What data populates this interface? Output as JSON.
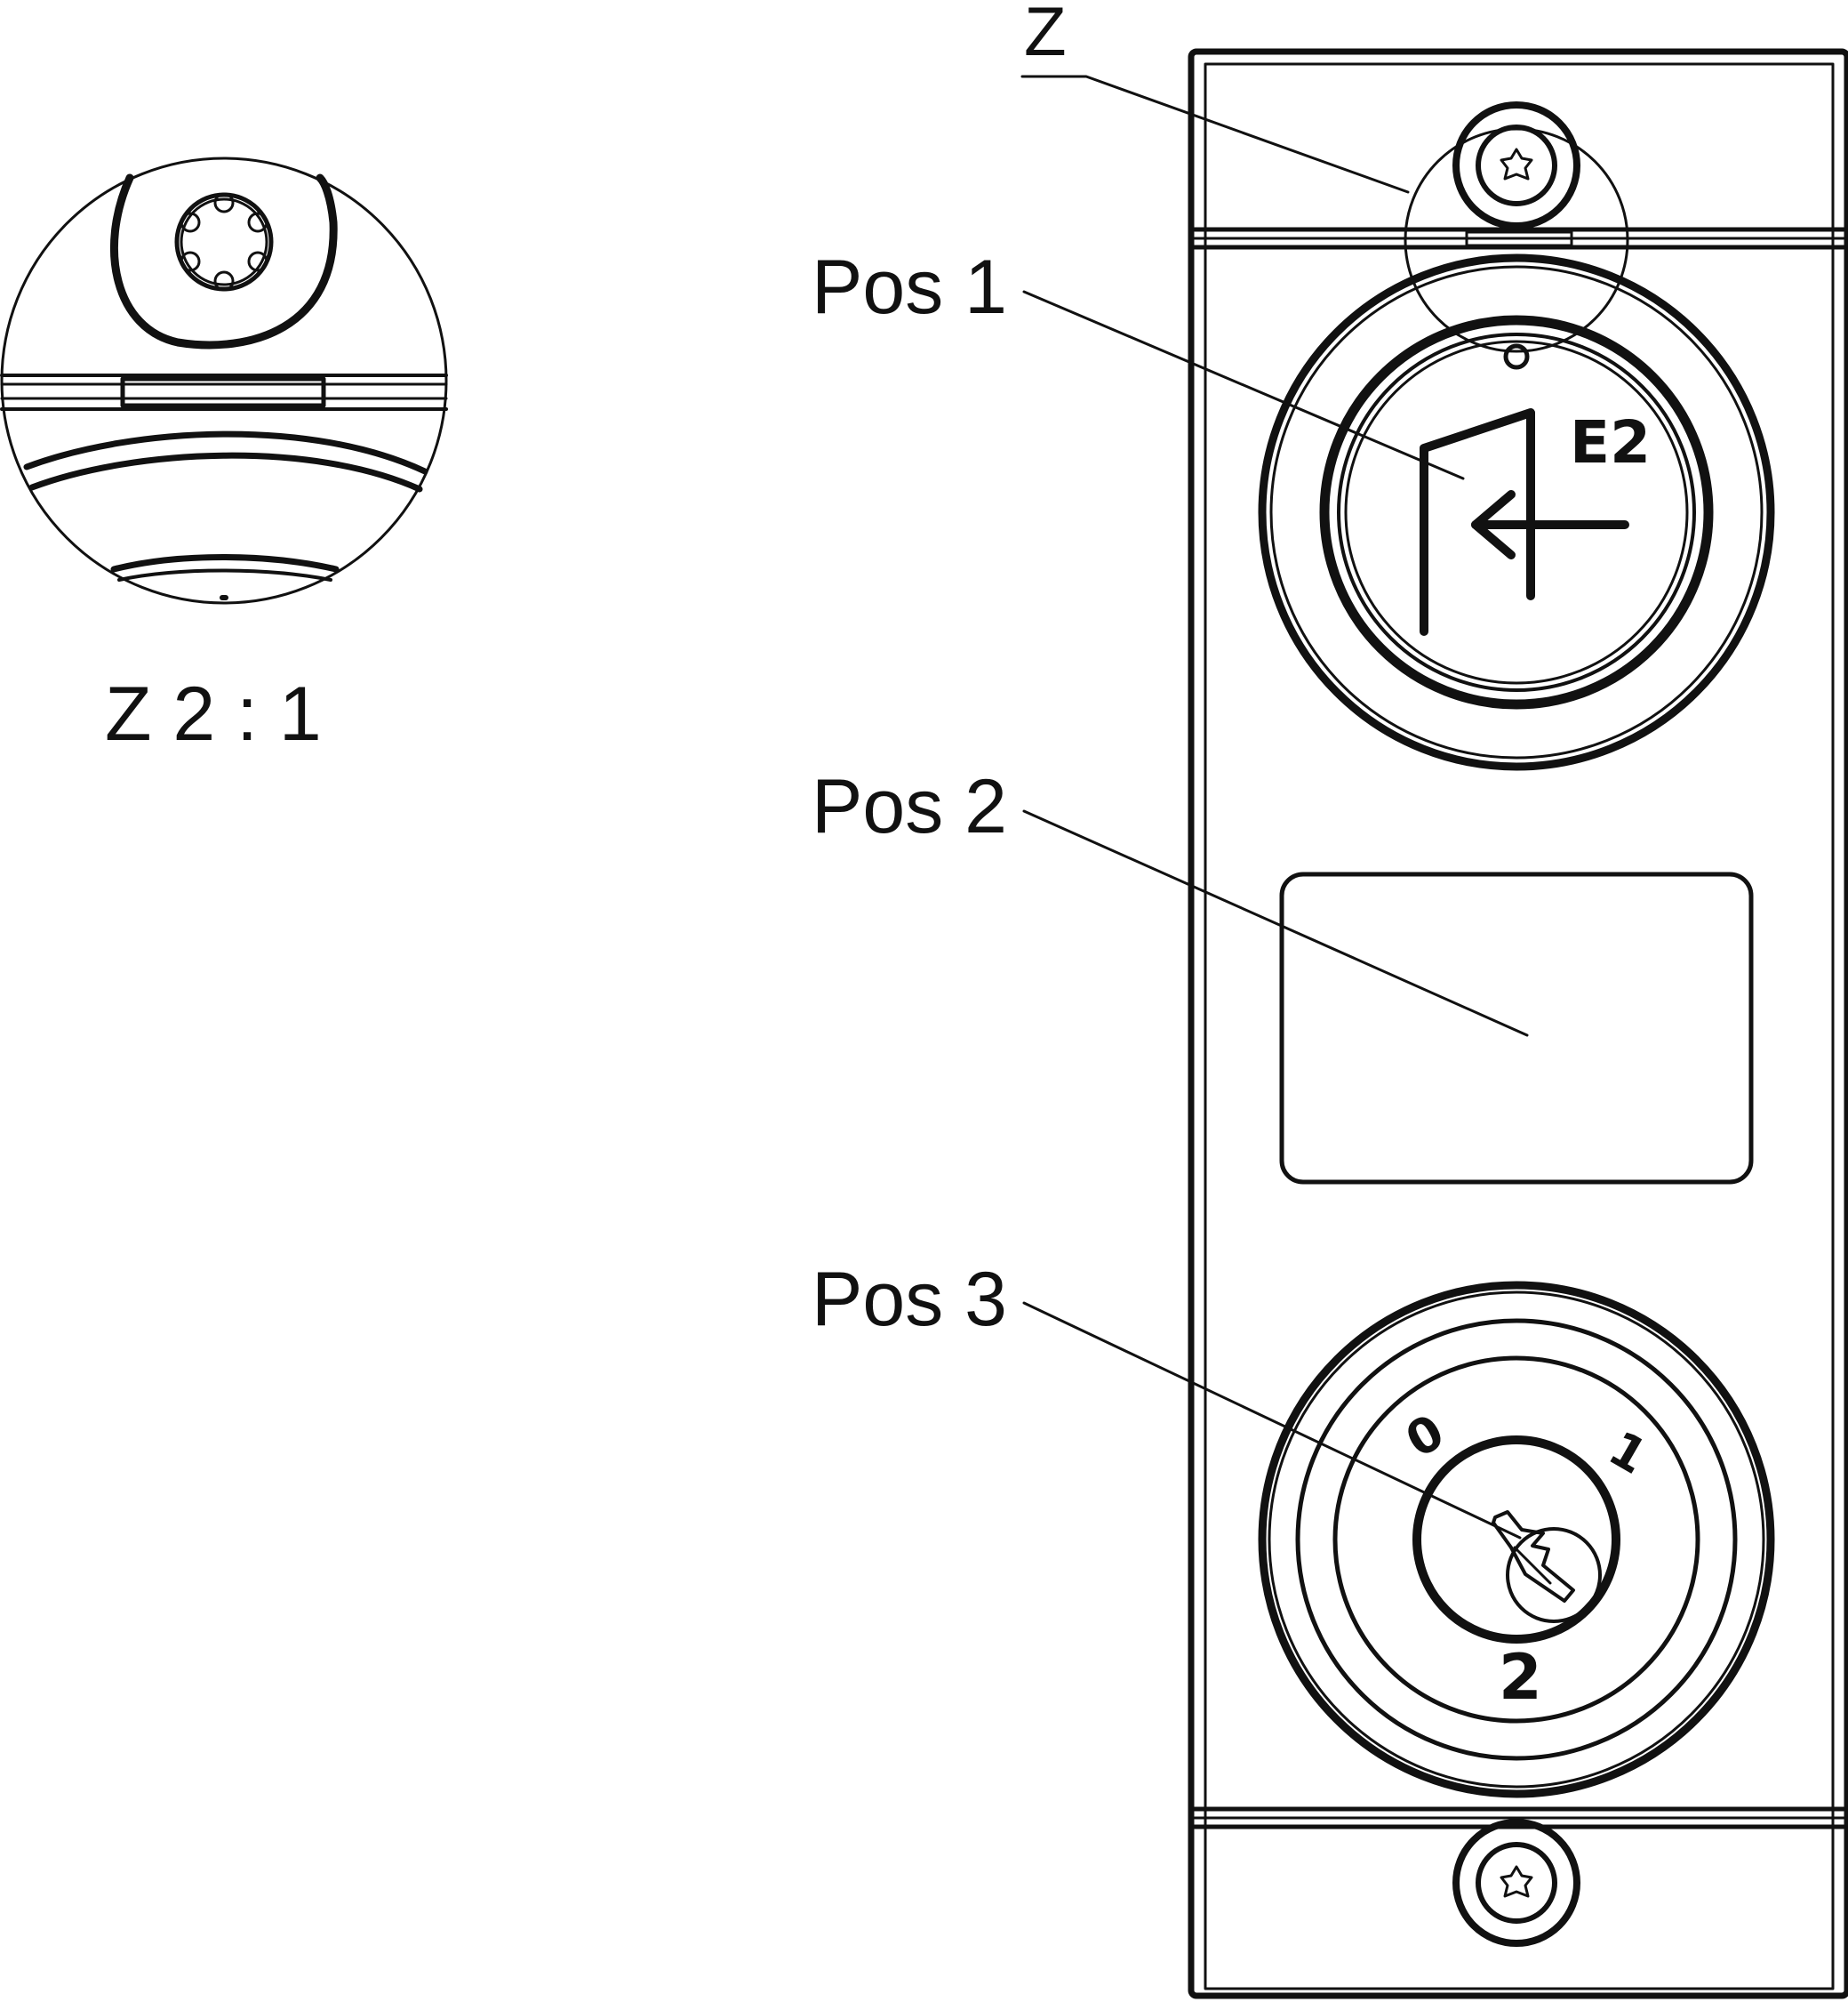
{
  "labels": {
    "detail_marker": "Z",
    "detail_scale": "Z  2 : 1",
    "pos1": "Pos 1",
    "pos2": "Pos 2",
    "pos3": "Pos 3"
  },
  "button_symbol": {
    "text": "E2",
    "icon": "emergency-exit-arrow-icon"
  },
  "key_switch": {
    "positions": [
      "0",
      "1",
      "2"
    ],
    "icon": "key-icon"
  },
  "colors": {
    "line": "#111111",
    "background": "#ffffff"
  }
}
